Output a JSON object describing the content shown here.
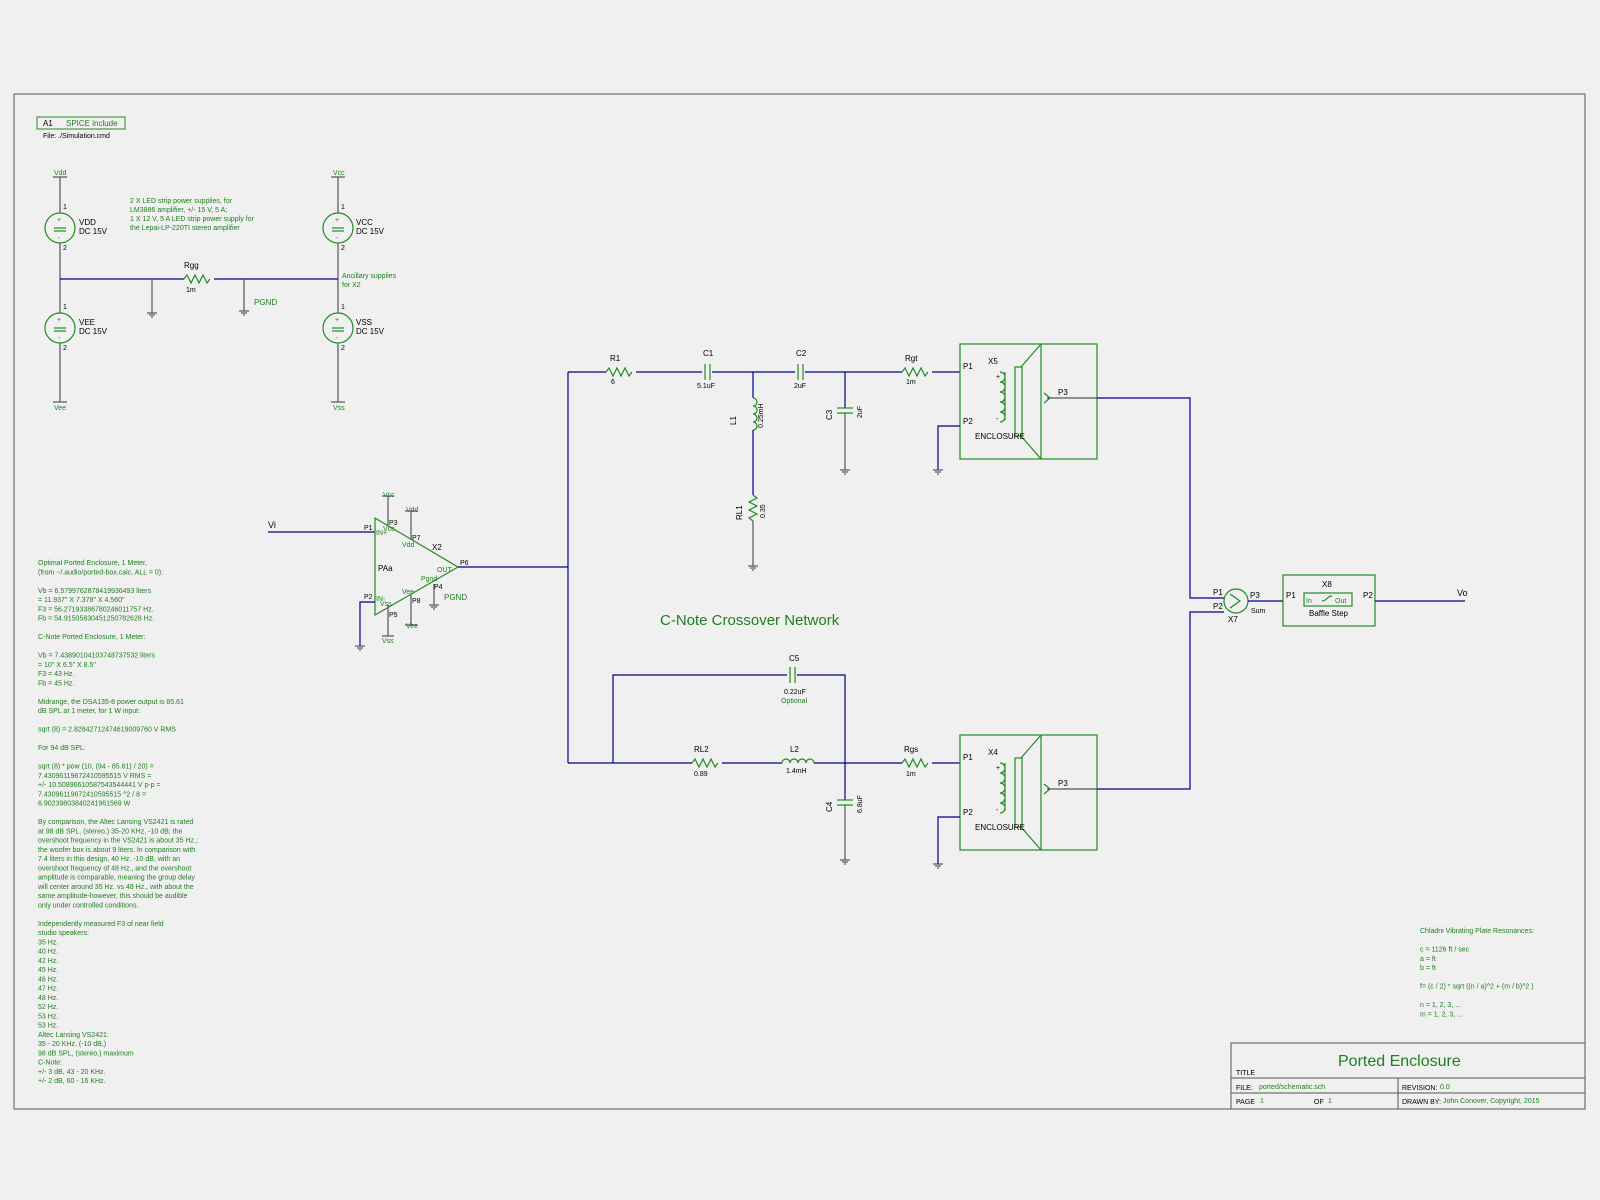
{
  "spice": {
    "ref": "A1",
    "label": "SPICE include",
    "file": "File: ./Simulation.cmd"
  },
  "power": {
    "vdd_net": "Vdd",
    "vee_net": "Vee",
    "vcc_net": "Vcc",
    "vss_net": "Vss",
    "vdd": "VDD",
    "vdd_val": "DC 15V",
    "vee": "VEE",
    "vee_val": "DC 15V",
    "vcc": "VCC",
    "vcc_val": "DC 15V",
    "vss": "VSS",
    "vss_val": "DC 15V",
    "note": [
      "2 X LED strip power supplies, for",
      "LM3886 amplifier, +/- 15 V, 5 A;",
      "1 X 12 V, 5 A LED strip power supply for",
      "the Lepai-LP-220TI stereo amplifier"
    ],
    "rgg": "Rgg",
    "rgg_val": "1m",
    "pgnd": "PGND",
    "ancillary": [
      "Ancillary supplies",
      "for X2"
    ],
    "pin1": "1",
    "pin2": "2"
  },
  "amp": {
    "vi": "Vi",
    "ref": "X2",
    "name": "PAa",
    "vcc": "Vcc",
    "vdd": "Vdd",
    "vee": "Vee",
    "vss": "Vss",
    "out": "OUT",
    "pgnd_pin": "Pgnd",
    "pgnd": "PGND",
    "p1": "P1",
    "p2": "P2",
    "p3": "P3",
    "p4": "P4",
    "p5": "P5",
    "p6": "P6",
    "p7": "P7",
    "p8": "P8",
    "inp": "IN+",
    "inn": "IN-"
  },
  "top": {
    "r1": "R1",
    "r1_val": "6",
    "c1": "C1",
    "c1_val": "5.1uF",
    "c2": "C2",
    "c2_val": "2uF",
    "c3": "C3",
    "c3_val": "2uF",
    "l1": "L1",
    "l1_val": "0.25mH",
    "rl1": "RL1",
    "rl1_val": "0.35",
    "rgt": "Rgt",
    "rgt_val": "1m",
    "x5": "X5",
    "enc": "ENCLOSURE",
    "p1": "P1",
    "p2": "P2",
    "p3": "P3",
    "plus": "+",
    "minus": "-"
  },
  "bottom": {
    "c5": "C5",
    "c5_val": "0.22uF",
    "c5_note": "Optional",
    "rl2": "RL2",
    "rl2_val": "0.89",
    "l2": "L2",
    "l2_val": "1.4mH",
    "c4": "C4",
    "c4_val": "6.8uF",
    "rgs": "Rgs",
    "rgs_val": "1m",
    "x4": "X4",
    "enc": "ENCLOSURE",
    "p1": "P1",
    "p2": "P2",
    "p3": "P3",
    "plus": "+",
    "minus": "-"
  },
  "title_net": "C-Note Crossover Network",
  "sum": {
    "x7": "X7",
    "sum": "Sum",
    "p1": "P1",
    "p2": "P2",
    "p3": "P3",
    "x8": "X8",
    "baffle": "Baffle Step",
    "in": "In",
    "out": "Out",
    "bp1": "P1",
    "bp2": "P2",
    "vo": "Vo"
  },
  "notes_left": [
    "Optimal Ported Enclosure, 1 Meter,",
    "(from ~/.audio/ported-box.calc, ALL = 0):",
    "",
    "    Vb = 6.5799762878419936493 liters",
    "        = 11.937\" X 7.378\" X 4.560\"",
    "    F3 = 56.27193386780246011757 Hz.",
    "    Fb = 54.91505830451250782628 Hz.",
    "",
    "C-Note Ported Enclosure, 1 Meter:",
    "",
    "    Vb = 7.43890104103748737532 liters",
    "        = 10\" X 6.5\" X 8.5\"",
    "    F3 = 43 Hz.",
    "    Fb = 45 Hz.",
    "",
    "Midrange, the DSA135-8 power output is 85.61",
    "dB SPL at 1 meter, for 1 W input:",
    "",
    "    sqrt (8) = 2.82842712474619009760 V RMS",
    "",
    "    For 94 dB SPL:",
    "",
    "    sqrt (8) * pow (10, (94 - 85.61) / 20) =",
    "        7.43096119672410595515 V RMS =",
    "        +/- 10.50896610587543544441 V p-p =",
    "        7.43096119672410595515 ^2 / 8 =",
    "        6.90239803840241961569 W",
    "",
    "By comparison, the Altec Lansing VS2421 is rated",
    "at 98 dB SPL, (stereo,) 35-20 KHz, -10 dB; the",
    "overshoot frequency in the VS2421 is about 35 Hz.;",
    "the woofer box is about 9 liters. In comparison with",
    "7.4 liters in this design, 40 Hz. -10 dB, with an",
    "overshoot frequency of 48 Hz., and the overshoot",
    "amplitude is comparable, meaning the group delay",
    "will center around 35 Hz. vs 48 Hz., with about the",
    "same amplitude-however, this should be audible",
    "only under controlled conditions.",
    "",
    "Independently measured F3 of near field",
    "studio speakers:",
    "    35 Hz.",
    "    40 Hz.",
    "    42 Hz.",
    "    45 Hz.",
    "    46 Hz.",
    "    47 Hz.",
    "    48 Hz.",
    "    52 Hz.",
    "    53 Hz.",
    "    53 Hz.",
    "Altec Lansing VS2421:",
    "    35 - 20 KHz. (-10 dB,)",
    "    98 dB SPL, (stereo,) maximum",
    "C-Note:",
    "    +/- 3 dB, 43 - 20 KHz.",
    "    +/- 2 dB, 60 - 16 KHz."
  ],
  "notes_right": [
    "Chladni Vibrating Plate Resonances:",
    "",
    "    c = 1126 ft / sec",
    "    a = ft",
    "    b = ft",
    "",
    "f= (c / 2) * sqrt ((n / a)^2 + (m / b)^2 )",
    "",
    "    n = 1, 2, 3, ...",
    "    m = 1, 2, 3, ..."
  ],
  "title_block": {
    "title": "Ported Enclosure",
    "title_lbl": "TITLE",
    "file_lbl": "FILE:",
    "file": "ported/schematic.sch",
    "rev_lbl": "REVISION:",
    "rev": "0.0",
    "page_lbl": "PAGE",
    "page": "1",
    "of_lbl": "OF",
    "of": "1",
    "drawn_lbl": "DRAWN BY:",
    "drawn": "John Conover, Copyright, 2015"
  }
}
